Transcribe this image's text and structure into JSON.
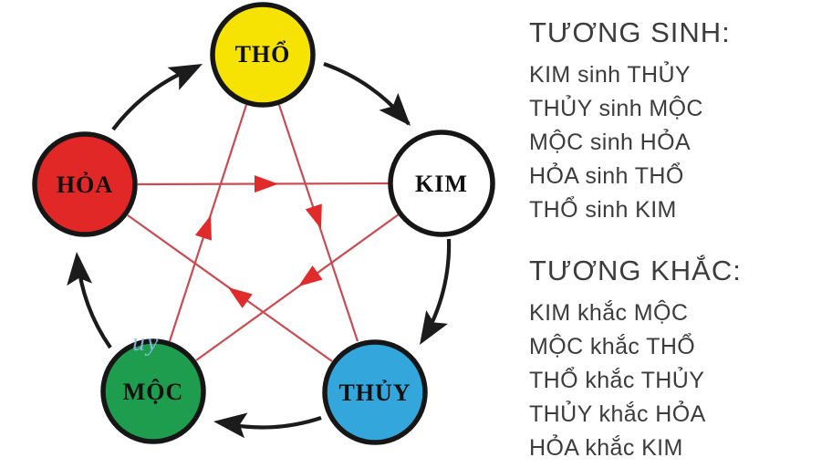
{
  "diagram": {
    "nodes": [
      {
        "id": "tho",
        "label": "THỔ",
        "color": "#F6E203"
      },
      {
        "id": "kim",
        "label": "KIM",
        "color": "#FFFFFF"
      },
      {
        "id": "thuy",
        "label": "THỦY",
        "color": "#33A7DB"
      },
      {
        "id": "moc",
        "label": "MỘC",
        "color": "#1F9D4F"
      },
      {
        "id": "hoa",
        "label": "HỎA",
        "color": "#E22727"
      }
    ],
    "outer_color": "#1b1b1b",
    "inner_line_color": "#c94c52",
    "inner_head_color": "#e12b2b",
    "outer_arrows": [
      {
        "from": "HỎA",
        "to": "THỔ"
      },
      {
        "from": "THỔ",
        "to": "KIM"
      },
      {
        "from": "KIM",
        "to": "THỦY"
      },
      {
        "from": "THỦY",
        "to": "MỘC"
      },
      {
        "from": "MỘC",
        "to": "HỎA"
      }
    ],
    "inner_arrows": [
      {
        "from": "HỎA",
        "to": "KIM"
      },
      {
        "from": "THỔ",
        "to": "THỦY"
      },
      {
        "from": "KIM",
        "to": "MỘC"
      },
      {
        "from": "MỘC",
        "to": "THỔ"
      },
      {
        "from": "THỦY",
        "to": "HỎA"
      }
    ],
    "watermark": "uy"
  },
  "legend": {
    "sinh": {
      "title": "TƯƠNG SINH:",
      "lines": [
        "KIM sinh THỦY",
        "THỦY sinh MỘC",
        "MỘC sinh HỎA",
        "HỎA sinh THỔ",
        "THỔ sinh KIM"
      ]
    },
    "khac": {
      "title": "TƯƠNG KHẮC:",
      "lines": [
        "KIM khắc MỘC",
        "MỘC khắc THỔ",
        "THỔ khắc THỦY",
        "THỦY khắc HỎA",
        "HỎA khắc KIM"
      ]
    }
  }
}
